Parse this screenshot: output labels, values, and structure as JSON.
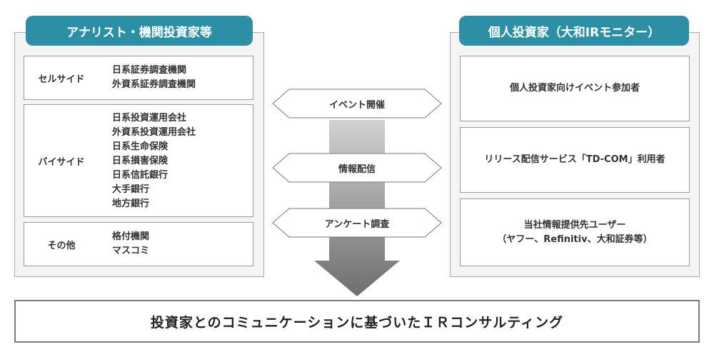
{
  "left_header": "アナリスト・機関投資家等",
  "right_header": "個人投資家（大和IRモニター）",
  "left_groups": [
    {
      "category": "セルサイド",
      "items": [
        "日系証券調査機関",
        "外資系証券調査機関"
      ]
    },
    {
      "category": "バイサイド",
      "items": [
        "日系投資運用会社",
        "外資系投資運用会社",
        "日系生命保険",
        "日系損害保険",
        "日系信託銀行",
        "大手銀行",
        "地方銀行"
      ]
    },
    {
      "category": "その他",
      "items": [
        "格付機関",
        "マスコミ"
      ]
    }
  ],
  "channels": [
    "イベント開催",
    "情報配信",
    "アンケート調査"
  ],
  "right_boxes": [
    {
      "lines": [
        "個人投資家向けイベント参加者"
      ]
    },
    {
      "lines": [
        "リリース配信サービス「TD-COM」利用者"
      ]
    },
    {
      "lines": [
        "当社情報提供先ユーザー",
        "（ヤフー、Refinitiv、大和証券等）"
      ]
    }
  ],
  "result": "投資家とのコミュニケーションに基づいたＩＲコンサルティング",
  "colors": {
    "header": "#2c8fa6",
    "panel": "#f4f4f4",
    "arrow_dark": "#6e6e6e",
    "arrow_light": "#d2d2d2"
  }
}
